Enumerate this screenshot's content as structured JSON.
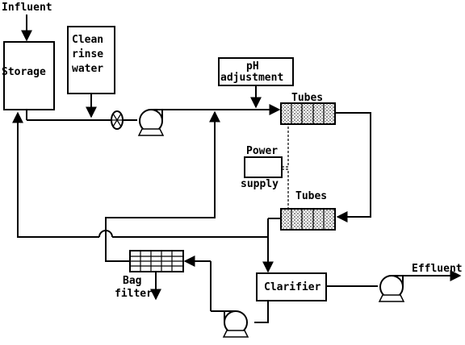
{
  "labels": {
    "influent": "Influent",
    "storage": "Storage",
    "clean_rinse_water_1": "Clean",
    "clean_rinse_water_2": "rinse",
    "clean_rinse_water_3": "water",
    "ph_adjustment_1": "pH",
    "ph_adjustment_2": "adjustment",
    "tubes_top": "Tubes",
    "power_supply_1": "Power",
    "power_supply_2": "supply",
    "tubes_bottom": "Tubes",
    "bag_filter_1": "Bag",
    "bag_filter_2": "filter",
    "clarifier": "Clarifier",
    "effluent": "Effluent"
  },
  "icons": [
    "pump-icon",
    "valve-icon",
    "arrow-icon"
  ]
}
